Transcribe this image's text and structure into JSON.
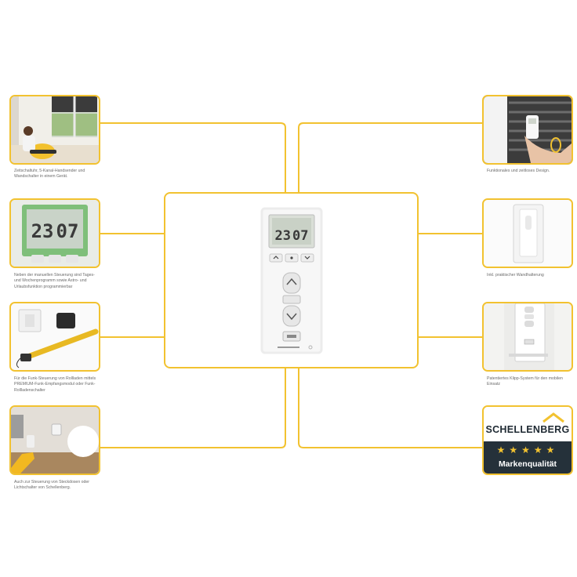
{
  "captions": {
    "timer": "Zeitschaltuhr, 5-Kanal-Handsender und Wandschalter in einem Gerät.",
    "manual": "Neben der manuellen Steuerung sind Tages- und Wochenprogramm sowie Astro- und Urlaubsfunktion programmierbar",
    "motors": "Für die Funk-Steuerung von Rollladen mittels PREMIUM-Funk-Empfangsmodul oder Funk-Rollladenschalter",
    "sockets": "Auch zur Steuerung von Steckdosen oder Lichtschalter von Schellenberg.",
    "design": "Funktionales und zeitloses Design.",
    "wall": "Inkl. praktischer Wandhalterung",
    "clip": "Patentiertes Klipp-System für den mobilen Einsatz"
  },
  "display": {
    "time_main": "23",
    "time_sub": "07",
    "tile_time_main": "23",
    "tile_time_sub": "07"
  },
  "brand": {
    "name": "SCHELLENBERG",
    "stars": "★★★★★",
    "quality": "Markenqualität"
  },
  "colors": {
    "accent": "#f2c230",
    "brand_dark": "#25313a"
  }
}
